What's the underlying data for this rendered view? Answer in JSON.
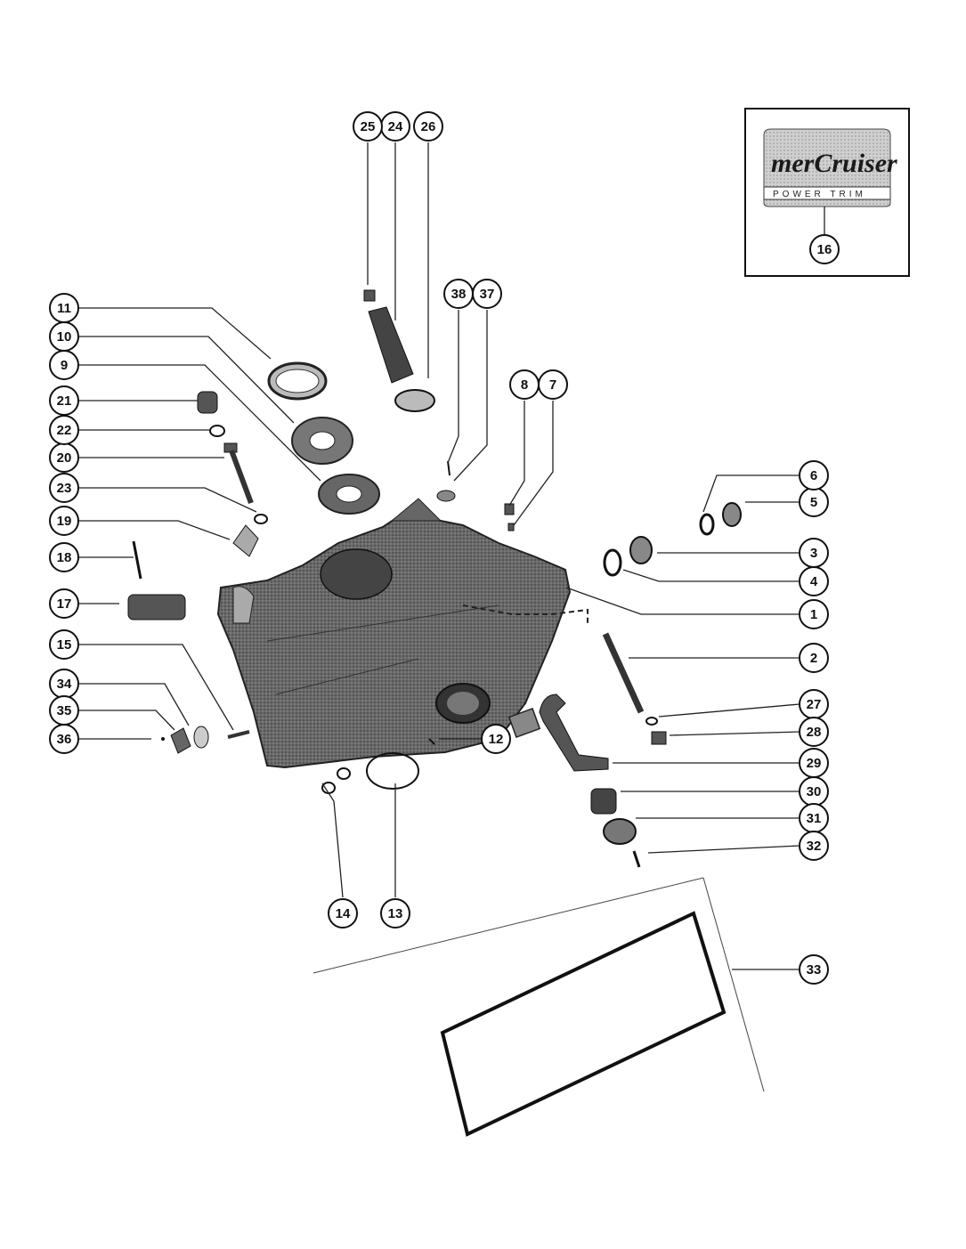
{
  "diagram": {
    "callouts": [
      "1",
      "2",
      "3",
      "4",
      "5",
      "6",
      "7",
      "8",
      "9",
      "10",
      "11",
      "12",
      "13",
      "14",
      "15",
      "16",
      "17",
      "18",
      "19",
      "20",
      "21",
      "22",
      "23",
      "24",
      "25",
      "26",
      "27",
      "28",
      "29",
      "30",
      "31",
      "32",
      "33",
      "34",
      "35",
      "36",
      "37",
      "38"
    ]
  },
  "inset": {
    "brand": "merCruiser",
    "subtitle": "POWER TRIM",
    "callout": "16"
  },
  "colors": {
    "ink": "#111111",
    "paper": "#ffffff",
    "housing": "#555555"
  }
}
